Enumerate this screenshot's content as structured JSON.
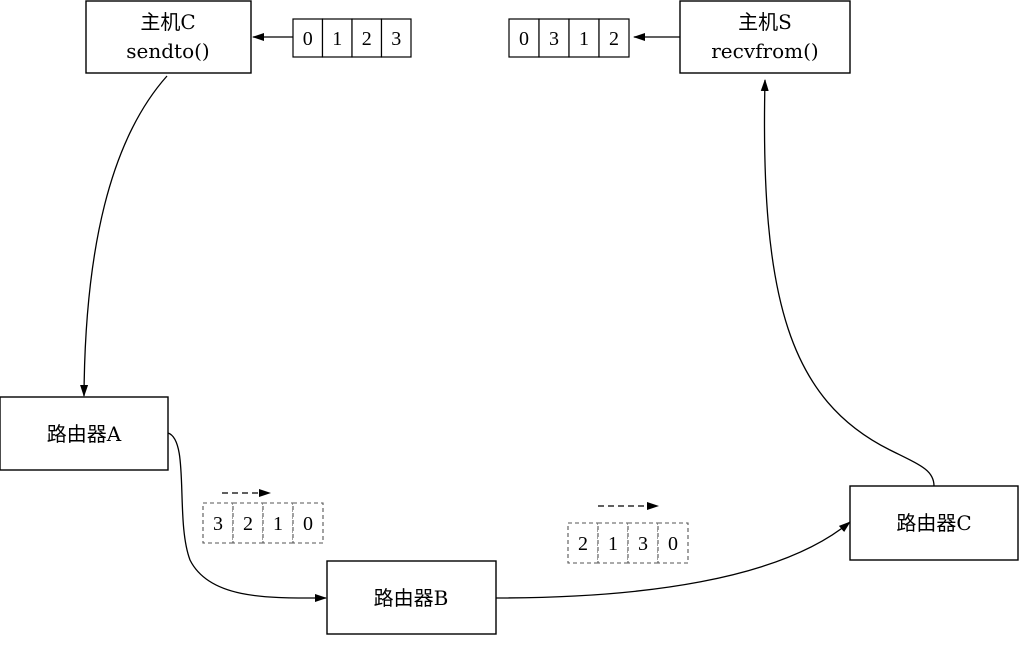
{
  "nodes": {
    "host_c": {
      "line1": "主机C",
      "line2": "sendto()"
    },
    "host_s": {
      "line1": "主机S",
      "line2": "recvfrom()"
    },
    "router_a": {
      "label": "路由器A"
    },
    "router_b": {
      "label": "路由器B"
    },
    "router_c": {
      "label": "路由器C"
    }
  },
  "sequences": {
    "sent": [
      "0",
      "1",
      "2",
      "3"
    ],
    "received": [
      "0",
      "3",
      "1",
      "2"
    ],
    "between_a_b": [
      "3",
      "2",
      "1",
      "0"
    ],
    "between_b_c": [
      "2",
      "1",
      "3",
      "0"
    ]
  }
}
